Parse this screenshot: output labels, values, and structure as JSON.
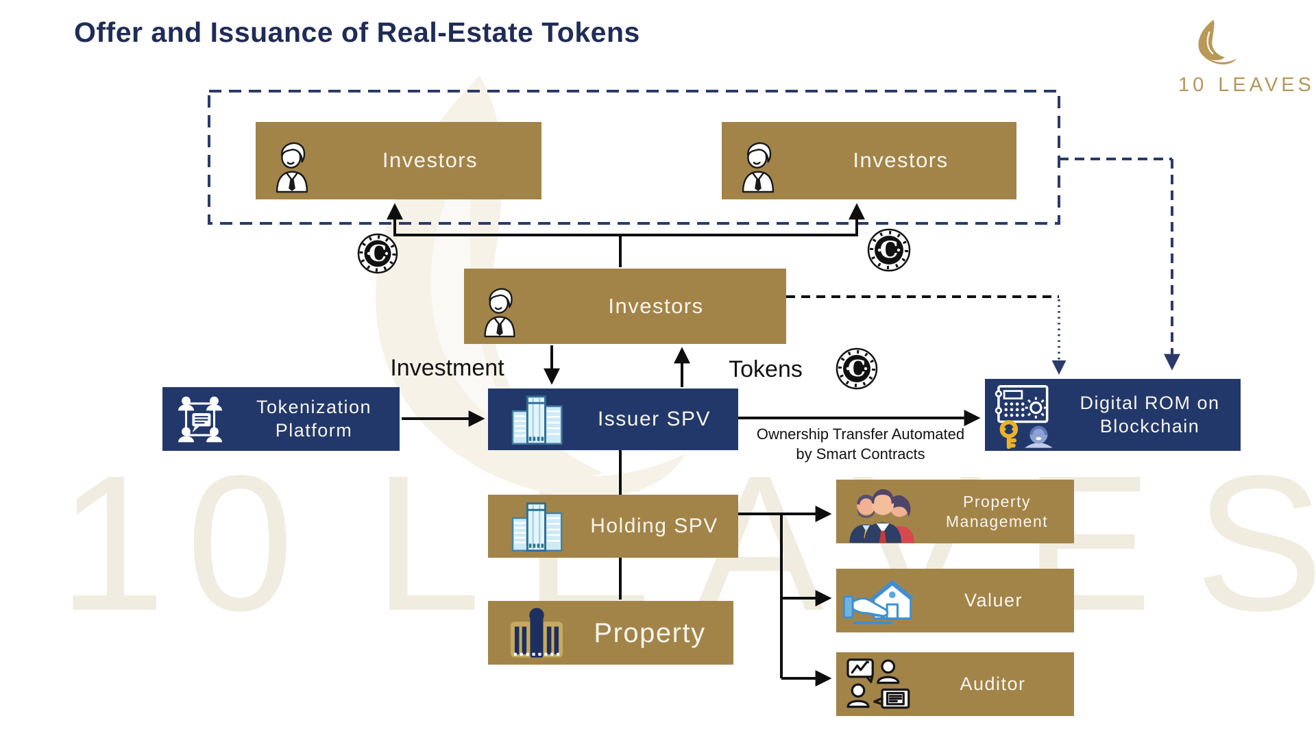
{
  "header": {
    "title": "Offer and Issuance of Real-Estate Tokens"
  },
  "logo": {
    "number": "10",
    "word": "LEAVES"
  },
  "watermark": {
    "number": "10",
    "word": "LEAVES"
  },
  "nodes": {
    "investors_left": {
      "label": "Investors"
    },
    "investors_right": {
      "label": "Investors"
    },
    "investors_mid": {
      "label": "Investors"
    },
    "tokenization": {
      "line1": "Tokenization",
      "line2": "Platform"
    },
    "issuer": {
      "label": "Issuer SPV"
    },
    "digital_rom": {
      "line1": "Digital ROM on",
      "line2": "Blockchain"
    },
    "holding": {
      "label": "Holding SPV"
    },
    "property": {
      "label": "Property"
    },
    "property_management": {
      "line1": "Property",
      "line2": "Management"
    },
    "valuer": {
      "label": "Valuer"
    },
    "auditor": {
      "label": "Auditor"
    }
  },
  "edge_labels": {
    "investment": "Investment",
    "tokens": "Tokens",
    "ownership_line1": "Ownership Transfer Automated",
    "ownership_line2": "by Smart Contracts"
  },
  "icons": {
    "coin_symbol": "C"
  },
  "colors": {
    "gold_box": "#a28449",
    "navy_box": "#22386a",
    "dashed_border": "#2b3a6b",
    "title_text": "#1f2c56",
    "logo_gold": "#b6965a",
    "watermark": "#f1ece0",
    "line_black": "#0e0e0e",
    "box_text": "#f8f5ed"
  }
}
